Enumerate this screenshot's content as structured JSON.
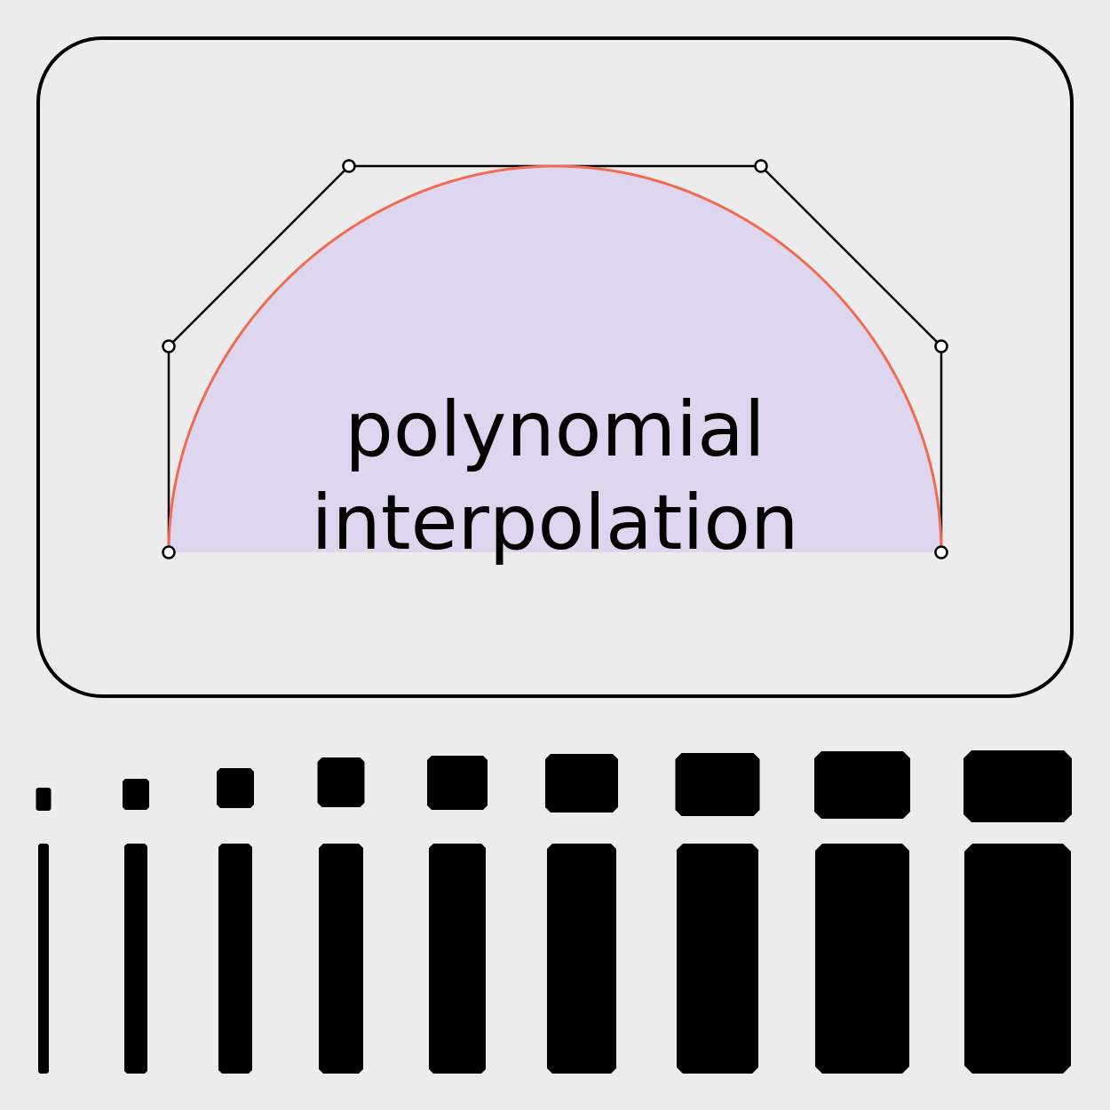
{
  "title": {
    "line1": "polynomial",
    "line2": "interpolation"
  },
  "colors": {
    "background": "#ececec",
    "frame_stroke": "#000000",
    "curve": "#f26a50",
    "fill": "#ded6ef",
    "control_polygon": "#000000",
    "handle_fill": "#ffffff",
    "bars": "#000000"
  },
  "diagram": {
    "curve_type": "bezier",
    "control_point_count": 6,
    "bar_columns": 9
  },
  "icons": {
    "handle": "control-point-circle",
    "bar": "chamfered-rectangle"
  }
}
